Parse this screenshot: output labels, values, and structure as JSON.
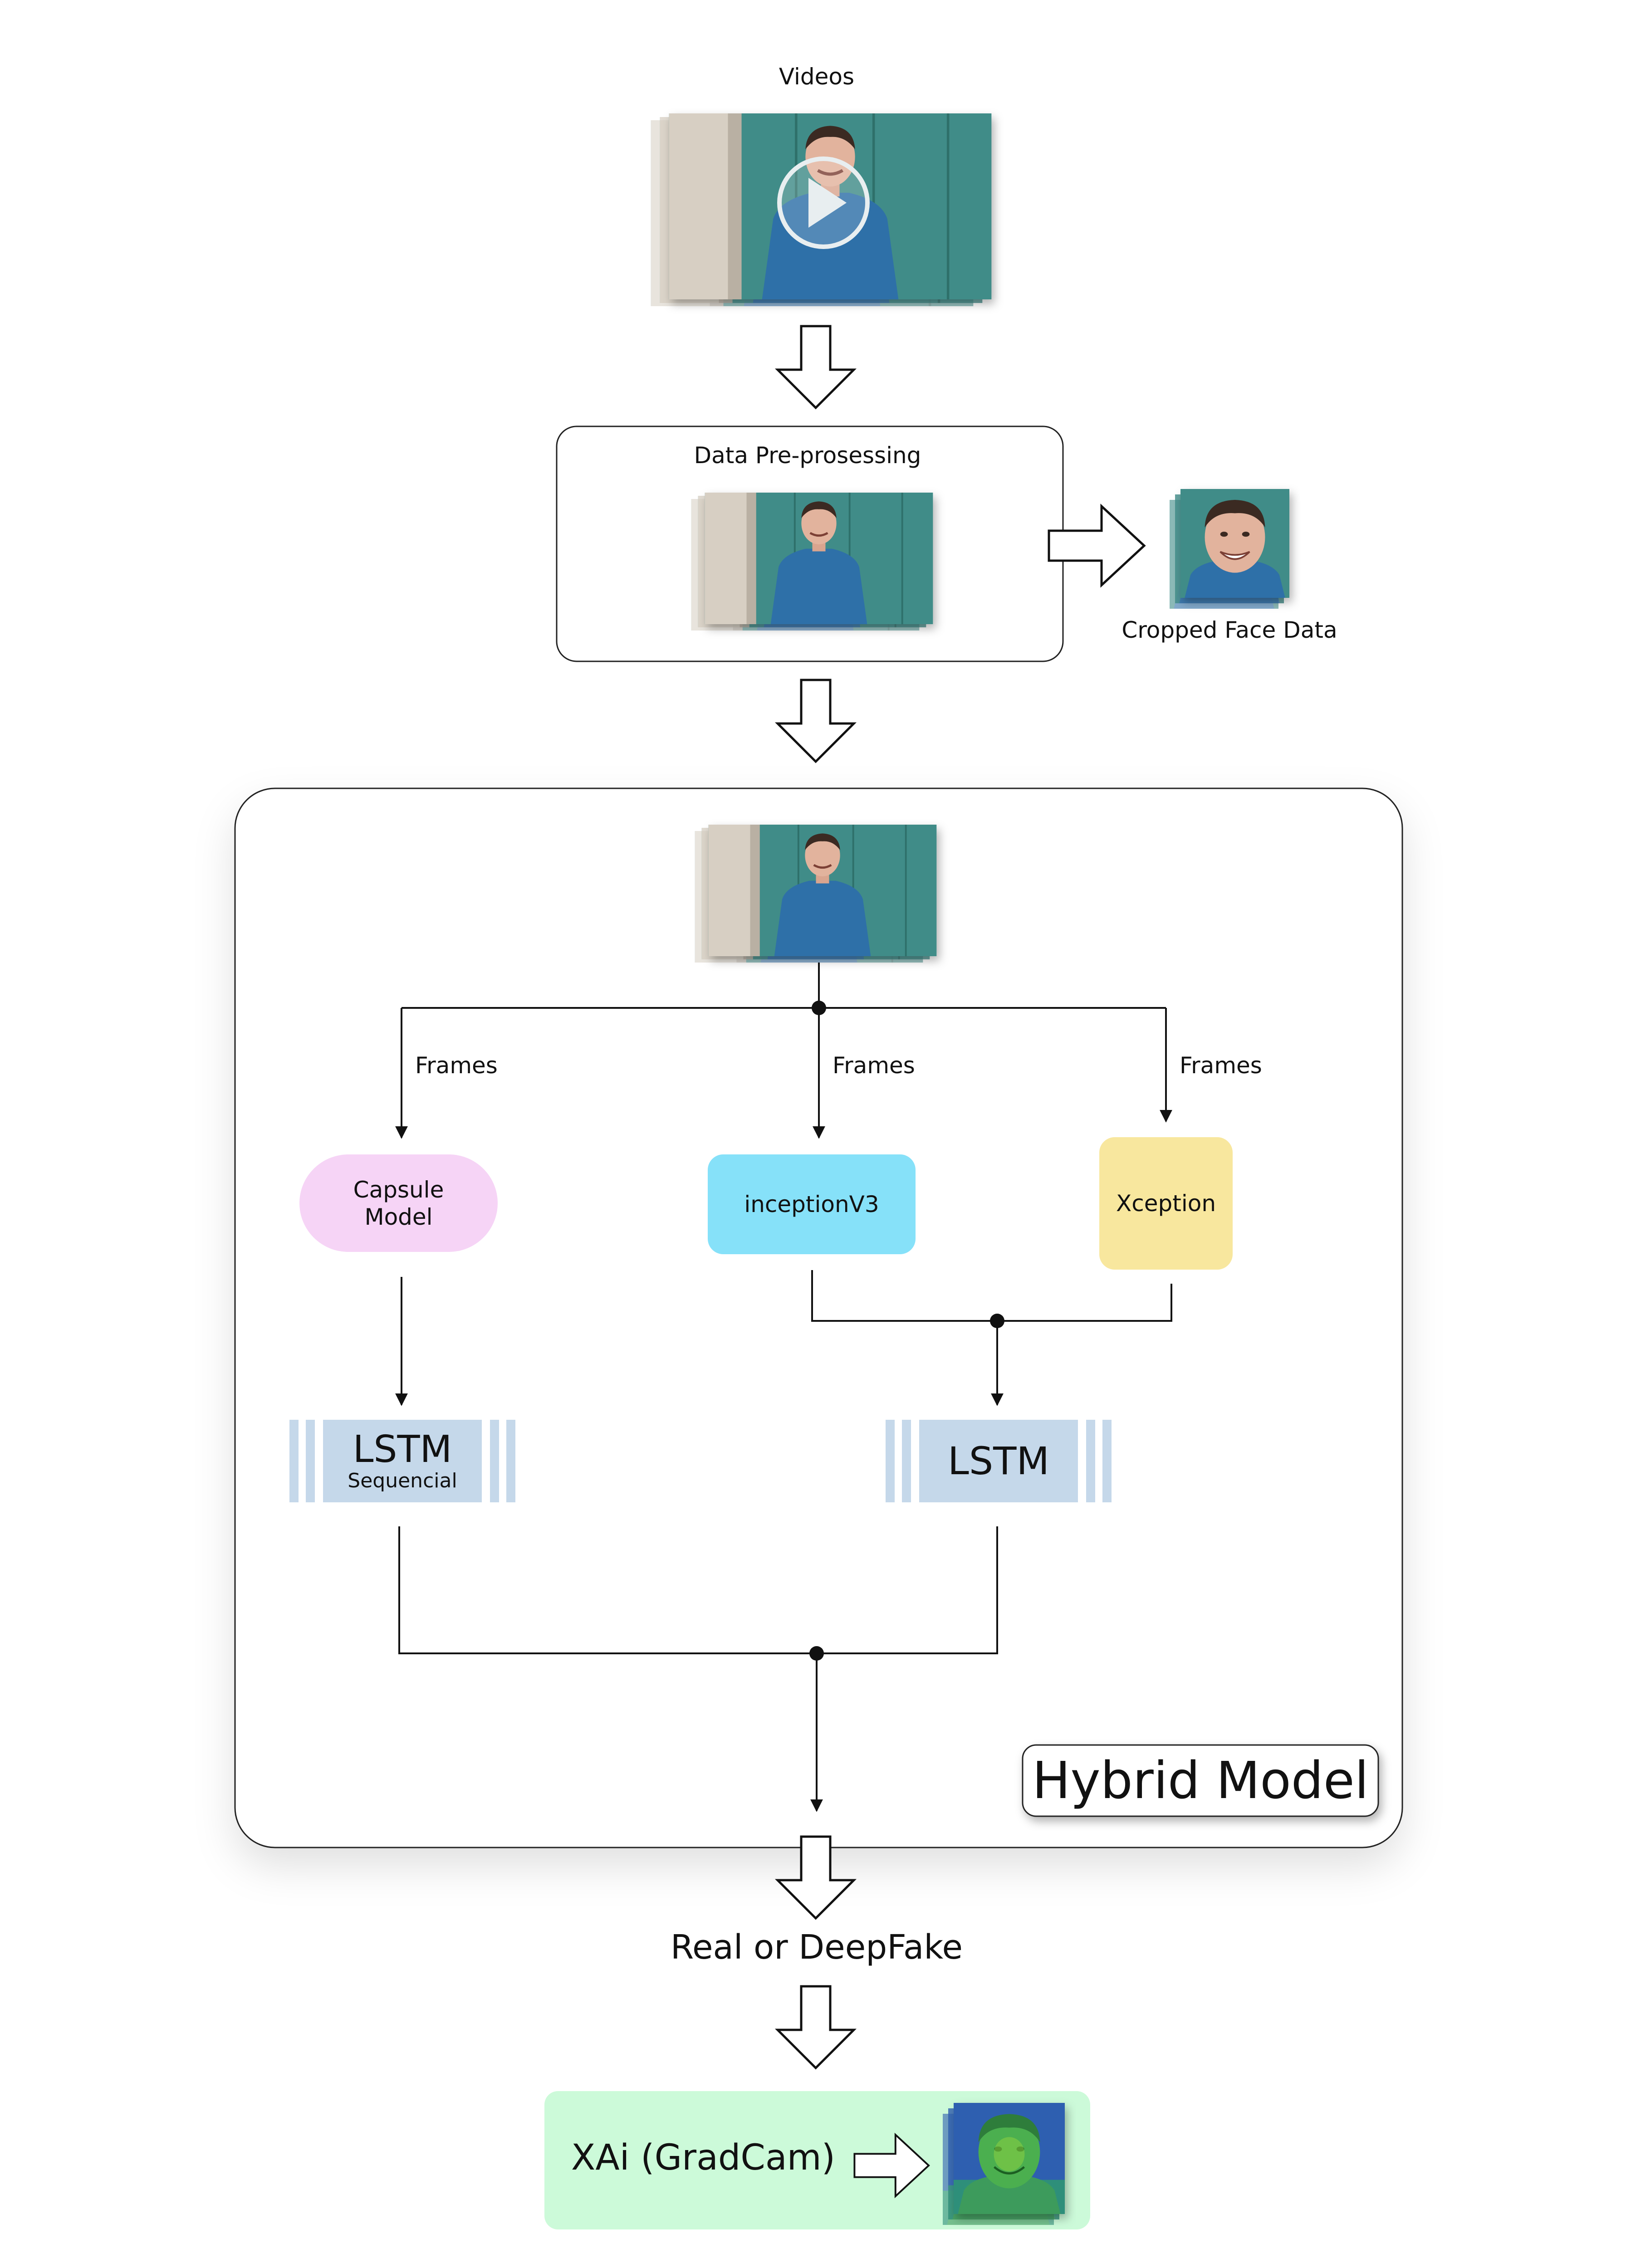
{
  "title": "Videos",
  "preprocessing": {
    "label": "Data Pre-prosessing"
  },
  "cropped": {
    "label": "Cropped Face Data"
  },
  "branches": [
    {
      "edge_label": "Frames",
      "model": "Capsule Model",
      "color": "#f6d4f6"
    },
    {
      "edge_label": "Frames",
      "model": "inceptionV3",
      "color": "#86e1f9"
    },
    {
      "edge_label": "Frames",
      "model": "Xception",
      "color": "#f8e79e"
    }
  ],
  "lstm_left": {
    "label": "LSTM",
    "sublabel": "Sequencial"
  },
  "lstm_right": {
    "label": "LSTM"
  },
  "hybrid": {
    "label": "Hybrid Model"
  },
  "result": {
    "label": "Real or DeepFake"
  },
  "xai": {
    "label": "XAi (GradCam)",
    "color": "#ccfad9"
  },
  "colors": {
    "teal_wall": "#3f8c88",
    "shirt": "#2f6fa8",
    "lstm": "#c5d8ea",
    "gradcam": "#2f5fb0"
  },
  "icons": [
    "play-icon",
    "arrow-down-icon",
    "arrow-right-icon"
  ]
}
